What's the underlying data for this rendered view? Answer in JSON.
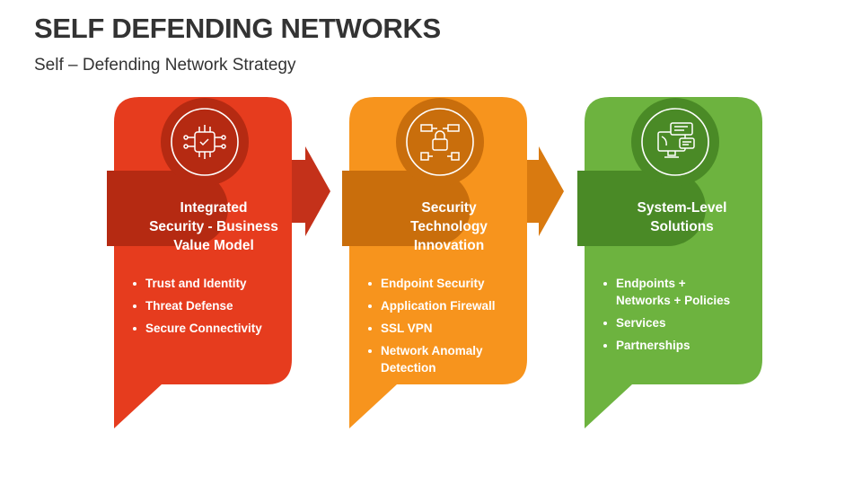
{
  "title": "SELF DEFENDING NETWORKS",
  "subtitle": "Self – Defending Network Strategy",
  "cards": [
    {
      "heading_lines": [
        "Integrated",
        "Security - Business",
        "Value Model"
      ],
      "bullets": [
        "Trust and Identity",
        "Threat Defense",
        "Secure Connectivity"
      ],
      "icon": "circuit-shield-icon",
      "color": "#e63c1e",
      "dark_color": "#b52a12"
    },
    {
      "heading_lines": [
        "Security",
        "Technology",
        "Innovation"
      ],
      "bullets": [
        "Endpoint Security",
        "Application Firewall",
        "SSL VPN",
        "Network Anomaly Detection"
      ],
      "icon": "network-lock-icon",
      "color": "#f7941d",
      "dark_color": "#c96e0c"
    },
    {
      "heading_lines": [
        "System-Level",
        "Solutions"
      ],
      "bullets": [
        "Endpoints + Networks + Policies",
        "Services",
        "Partnerships"
      ],
      "icon": "monitor-chat-icon",
      "color": "#6db33f",
      "dark_color": "#4a8a26"
    }
  ]
}
